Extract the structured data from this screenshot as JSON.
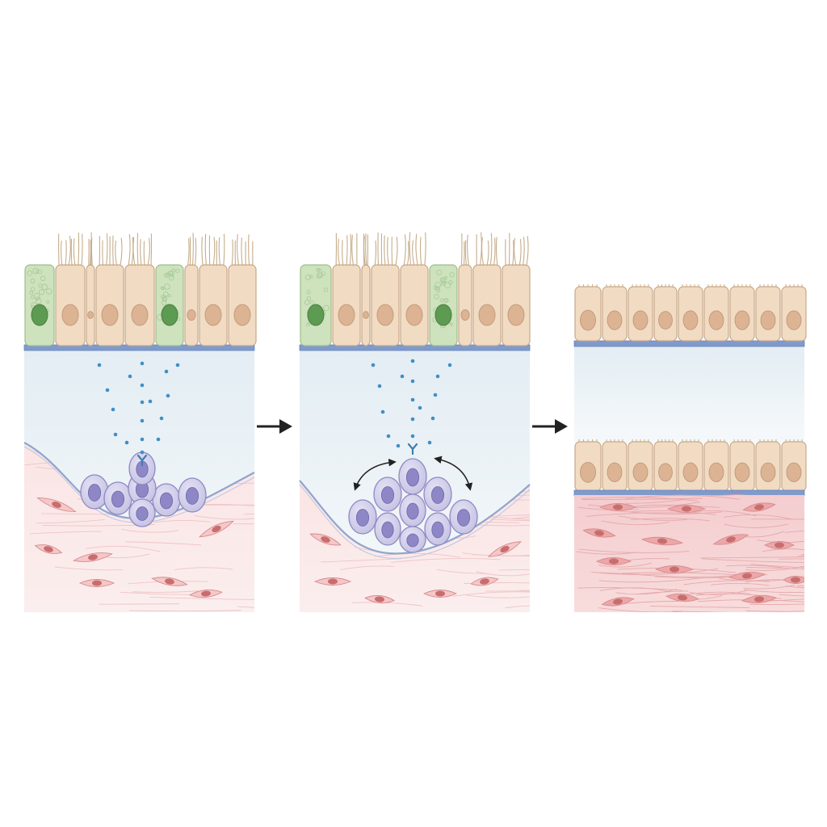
{
  "diagram": {
    "panels": [
      {
        "id": "panel-1",
        "stage": "injury-signal",
        "ciliated": true,
        "goblet_cells": true,
        "basal_cluster": "small",
        "signal_dots": true,
        "migration_arrows": false
      },
      {
        "id": "panel-2",
        "stage": "basal-proliferation",
        "ciliated": true,
        "goblet_cells": true,
        "basal_cluster": "large",
        "signal_dots": true,
        "migration_arrows": true
      },
      {
        "id": "panel-3",
        "stage": "squamous-repair",
        "ciliated": false,
        "goblet_cells": false,
        "basal_cluster": "none",
        "signal_dots": false,
        "migration_arrows": false
      }
    ],
    "arrows": [
      "step-arrow-1",
      "step-arrow-2"
    ],
    "colors": {
      "epithelial_fill": "#f1dcc3",
      "epithelial_stroke": "#c9a888",
      "nucleus": "#dcb393",
      "goblet_fill": "#cde2bd",
      "goblet_nucleus": "#5d9a52",
      "cilia": "#c6ad8a",
      "basement_membrane": "#7f9acb",
      "lumen": "#e8f0f5",
      "stroma": "#f9dfe0",
      "stroma_dense": "#f3c6c8",
      "fibroblast": "#eeb5b5",
      "fibroblast_nucleus": "#c86d6d",
      "basal_cell_fill": "#cfcde8",
      "basal_cell_nucleus": "#8d87c6",
      "signal_dot": "#3f8fc6",
      "receptor": "#3c7fb3",
      "arrow": "#222222"
    }
  }
}
